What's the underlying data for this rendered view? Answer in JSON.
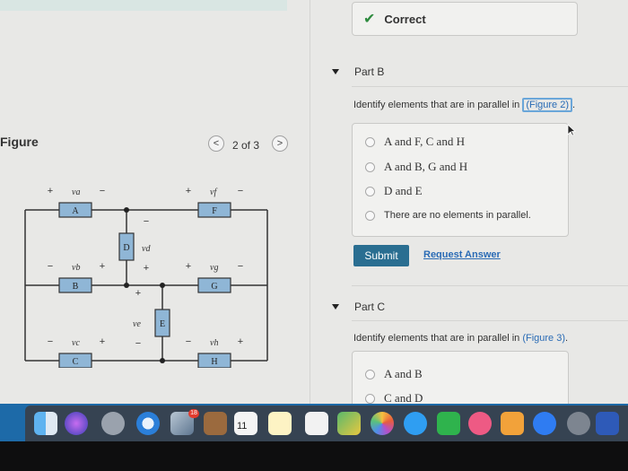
{
  "status": {
    "correct_label": "Correct"
  },
  "part_b": {
    "title": "Part B",
    "prompt_prefix": "Identify elements that are in parallel in ",
    "figure_link": "(Figure 2)",
    "prompt_suffix": ".",
    "options": [
      "A and F, C and H",
      "A and B, G and H",
      "D and E",
      "There are no elements in parallel."
    ],
    "submit_label": "Submit",
    "request_label": "Request Answer"
  },
  "part_c": {
    "title": "Part C",
    "prompt_prefix": "Identify elements that are in parallel in ",
    "figure_link": "(Figure 3)",
    "prompt_suffix": ".",
    "options": [
      "A and B",
      "C and D"
    ]
  },
  "figure": {
    "label": "Figure",
    "prev": "<",
    "next": ">",
    "page": "2 of 3",
    "components": {
      "A": "A",
      "B": "B",
      "C": "C",
      "D": "D",
      "E": "E",
      "F": "F",
      "G": "G",
      "H": "H"
    },
    "voltages": {
      "a": "va",
      "b": "vb",
      "c": "vc",
      "d": "vd",
      "e": "ve",
      "f": "vf",
      "g": "vg",
      "h": "vh"
    },
    "signs": {
      "plus": "+",
      "minus": "−"
    }
  },
  "dock": {
    "calendar_month": "SEP",
    "calendar_day": "11",
    "mail_badge": "18"
  },
  "colors": {
    "accent": "#2a6e91",
    "link": "#2a6bb5",
    "success": "#2d8a3e",
    "component_fill": "#8fb6d6"
  }
}
